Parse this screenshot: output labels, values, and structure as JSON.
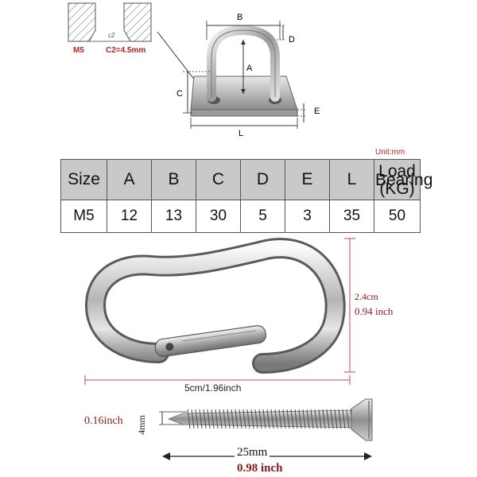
{
  "top_diagram": {
    "thread_label": "M5",
    "chamfer_label": "C2=4.5mm",
    "chamfer_tag": "c2",
    "dims": {
      "a": "A",
      "b": "B",
      "c": "C",
      "d": "D",
      "e": "E",
      "l": "L"
    }
  },
  "table": {
    "unit": "Unit:mm",
    "headers": [
      "Size",
      "A",
      "B",
      "C",
      "D",
      "E",
      "L"
    ],
    "load_header": [
      "Load",
      "Bearing",
      "(KG)"
    ],
    "row": [
      "M5",
      "12",
      "13",
      "30",
      "5",
      "3",
      "35",
      "50"
    ]
  },
  "carabiner": {
    "height_cm": "2.4cm",
    "height_inch": "0.94 inch",
    "length": "5cm/1.96inch"
  },
  "screw": {
    "diameter_inch": "0.16inch",
    "diameter_mm": "4mm",
    "length_mm": "25mm",
    "length_inch": "0.98 inch"
  }
}
